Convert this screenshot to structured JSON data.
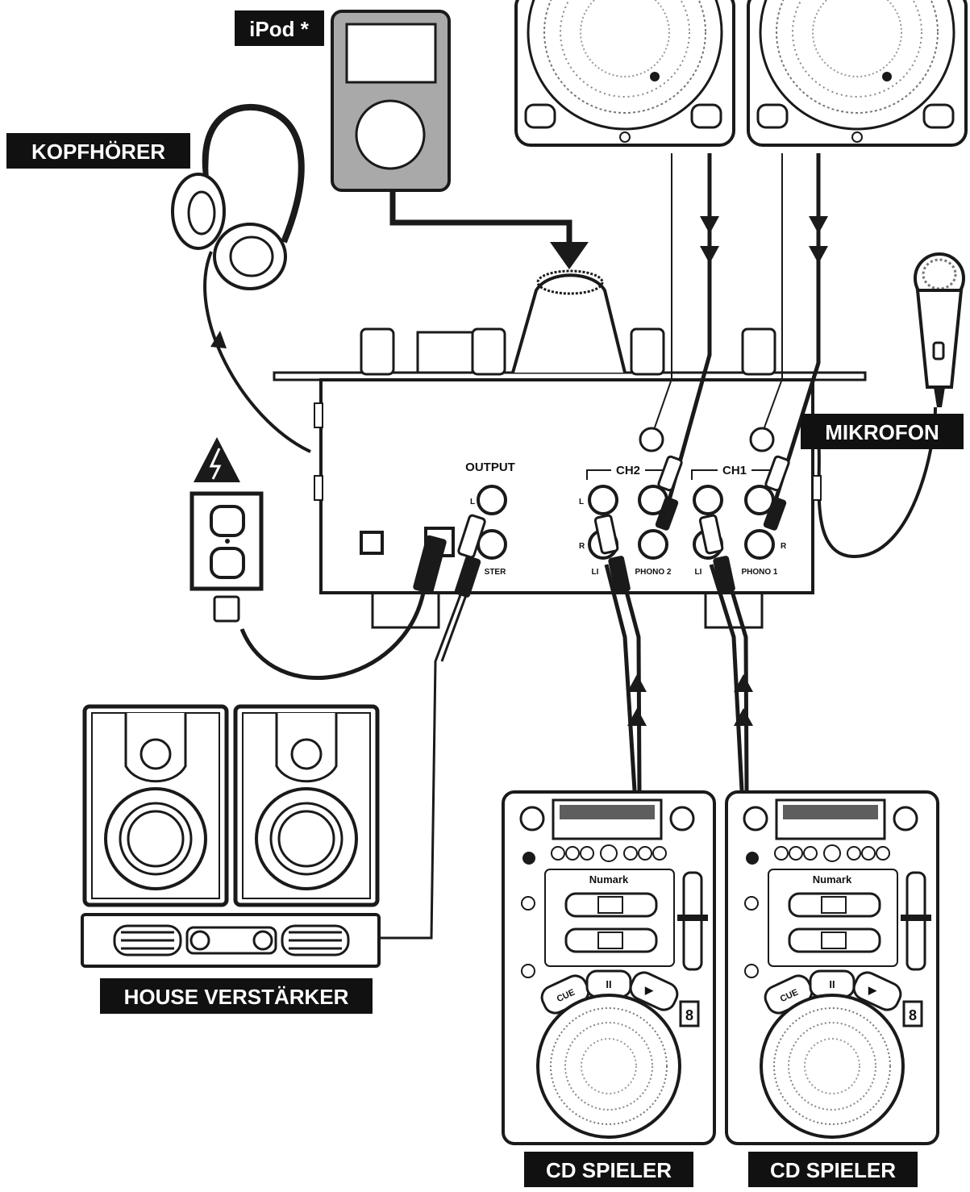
{
  "labels": {
    "ipod": "iPod *",
    "headphones": "KOPFHÖRER",
    "microphone": "MIKROFON",
    "amplifier": "HOUSE VERSTÄRKER",
    "cd_player_left": "CD SPIELER",
    "cd_player_right": "CD SPIELER"
  },
  "mixer_panel": {
    "output": "OUTPUT",
    "ch2": "CH2",
    "ch1": "CH1",
    "phono2": "PHONO 2",
    "phono1": "PHONO 1",
    "master_fragment": "STER",
    "line_fragment_left": "LI",
    "line_fragment_right": "LI",
    "jack_l": "L",
    "jack_r": "R"
  },
  "cd_player": {
    "brand": "Numark",
    "cue": "CUE",
    "pause": "II",
    "play": "▶",
    "digit": "8"
  },
  "colors": {
    "label_bg": "#111111",
    "label_text": "#ffffff",
    "ipod_body": "#a9a9a9",
    "line": "#1a1a1a"
  }
}
